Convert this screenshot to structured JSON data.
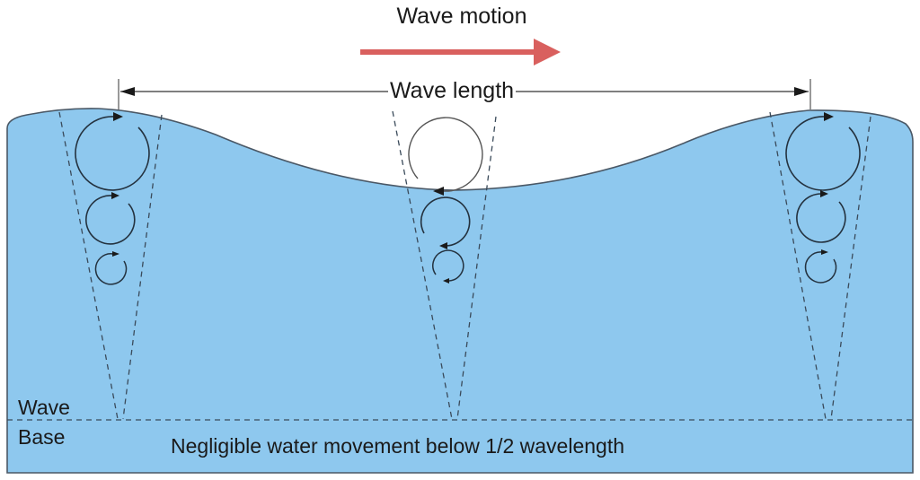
{
  "diagram": {
    "title": "Wave motion",
    "wavelength_label": "Wave length",
    "wave_base_label_line1": "Wave",
    "wave_base_label_line2": "Base",
    "negligible_label": "Negligible water movement below 1/2 wavelength",
    "colors": {
      "water": "#8ec8ee",
      "outline": "#4a5866",
      "motion_arrow": "#d9605e",
      "text": "#1a1a1a",
      "background": "#ffffff"
    },
    "icons": {
      "motion_arrow": "right-arrow",
      "orbit_arrows": "circular-arrow"
    },
    "orbit_columns": [
      {
        "position": "left-crest",
        "orbit_count": 3,
        "direction": "clockwise"
      },
      {
        "position": "trough",
        "orbit_count": 3,
        "direction": "counter-clockwise-shown"
      },
      {
        "position": "right-crest",
        "orbit_count": 3,
        "direction": "clockwise"
      }
    ]
  }
}
